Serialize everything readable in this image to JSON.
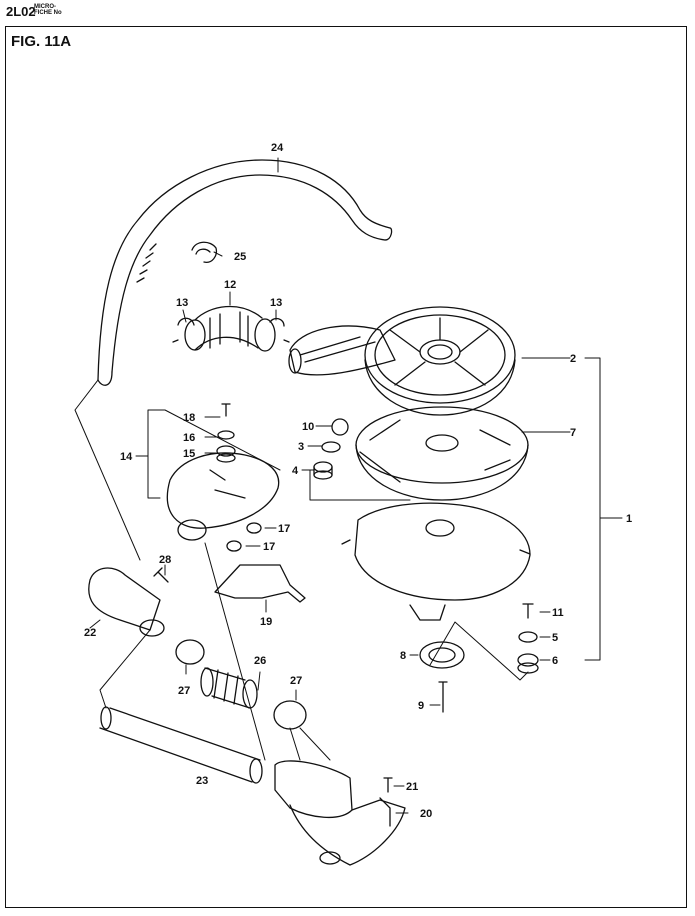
{
  "header": {
    "code": "2L02",
    "micro_line1": "MICRO-",
    "micro_line2": "FICHE No",
    "figure_title": "FIG. 11A"
  },
  "callouts": {
    "p1": "1",
    "p2": "2",
    "p3": "3",
    "p4": "4",
    "p5": "5",
    "p6": "6",
    "p7": "7",
    "p8": "8",
    "p9": "9",
    "p10": "10",
    "p11": "11",
    "p12": "12",
    "p13a": "13",
    "p13b": "13",
    "p14": "14",
    "p15": "15",
    "p16": "16",
    "p17a": "17",
    "p17b": "17",
    "p18": "18",
    "p19": "19",
    "p20": "20",
    "p21": "21",
    "p22": "22",
    "p23": "23",
    "p24": "24",
    "p25": "25",
    "p26": "26",
    "p27a": "27",
    "p27b": "27",
    "p28": "28"
  }
}
